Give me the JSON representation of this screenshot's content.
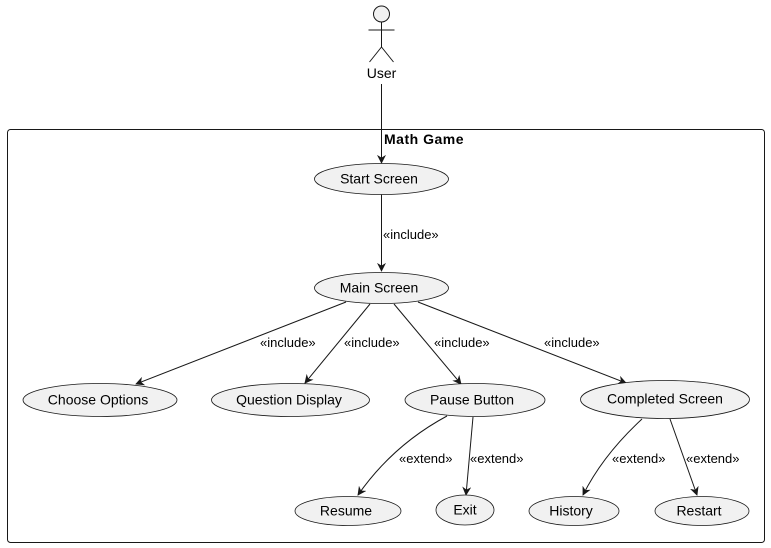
{
  "system": {
    "title": "Math Game"
  },
  "actor": {
    "name": "User",
    "icon": "stick-figure-icon"
  },
  "use_cases": {
    "start_screen": "Start Screen",
    "main_screen": "Main Screen",
    "choose_options": "Choose Options",
    "question_display": "Question Display",
    "pause_button": "Pause Button",
    "completed_screen": "Completed Screen",
    "resume": "Resume",
    "exit": "Exit",
    "history": "History",
    "restart": "Restart"
  },
  "relations": {
    "start_main": "«include»",
    "main_choose": "«include»",
    "main_question": "«include»",
    "main_pause": "«include»",
    "main_completed": "«include»",
    "pause_resume": "«extend»",
    "pause_exit": "«extend»",
    "completed_history": "«extend»",
    "completed_restart": "«extend»"
  },
  "colors": {
    "usecase_fill": "#f1f1f1",
    "usecase_stroke": "#181818",
    "line": "#181818",
    "background": "#ffffff"
  }
}
